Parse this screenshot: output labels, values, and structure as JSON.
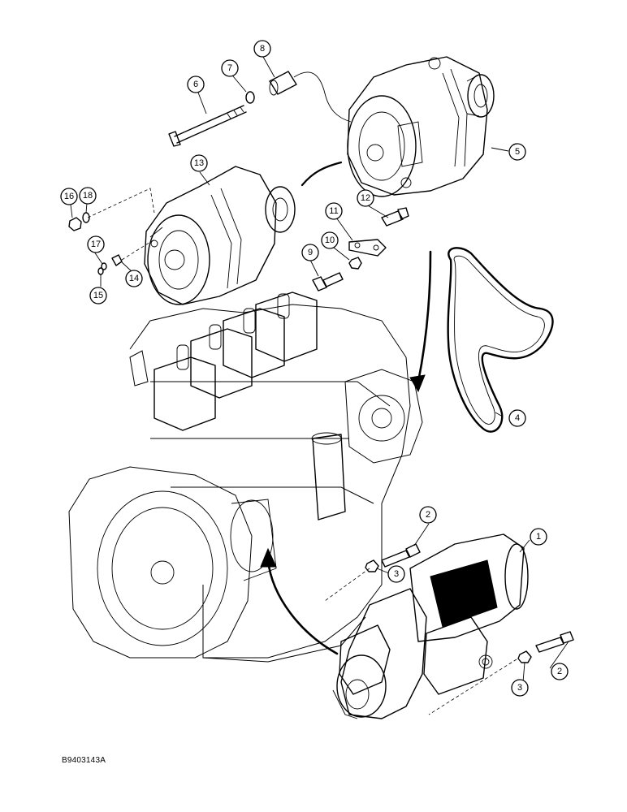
{
  "figure_code": "B9403143A",
  "callouts": [
    "1",
    "2",
    "2",
    "3",
    "3",
    "4",
    "5",
    "6",
    "7",
    "8",
    "9",
    "10",
    "11",
    "12",
    "13",
    "14",
    "15",
    "16",
    "17",
    "18"
  ]
}
